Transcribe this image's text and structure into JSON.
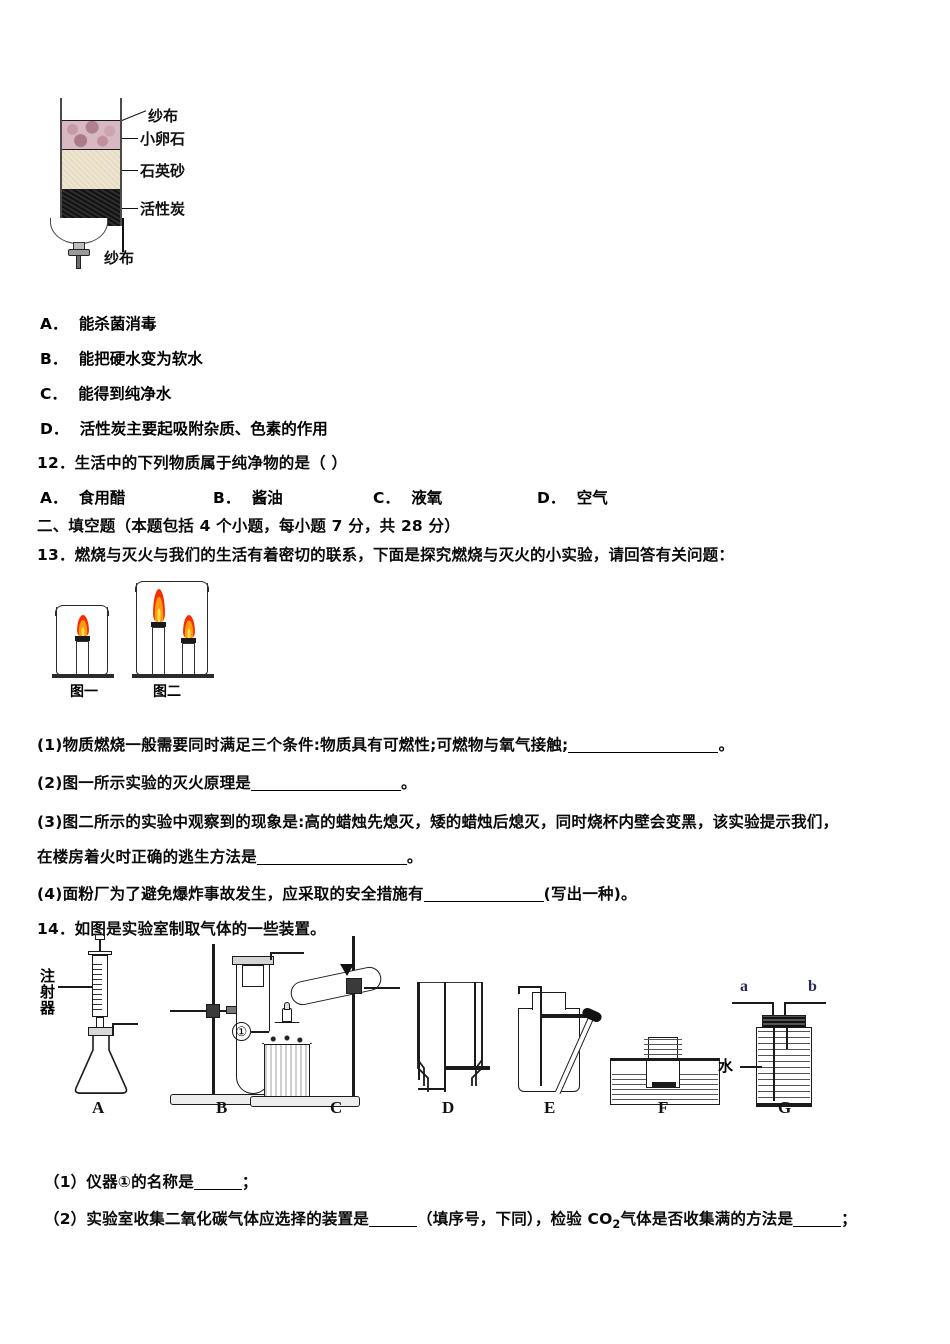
{
  "figures": {
    "purifier": {
      "name": "简易净水器",
      "labels": [
        {
          "text": "纱布"
        },
        {
          "text": "小卵石"
        },
        {
          "text": "石英砂"
        },
        {
          "text": "活性炭"
        },
        {
          "text": "纱布"
        }
      ],
      "layer_colors": {
        "pebble": "#d8b9c2",
        "quartz_sand": "#f1e8d6",
        "activated_carbon": "#1a1a1a"
      }
    },
    "candles": {
      "captions": [
        "图一",
        "图二"
      ],
      "flame_colors": {
        "core": "#ffe14d",
        "mid": "#ff9b10",
        "outer": "#f42e05"
      }
    },
    "apparatus": {
      "labels": [
        "A",
        "B",
        "C",
        "D",
        "E",
        "F",
        "G"
      ],
      "side_label": "注射器",
      "circle_marker": "①",
      "g_labels": {
        "left": "a",
        "right": "b",
        "water": "水"
      }
    }
  },
  "question11_options": [
    {
      "tag": "A．",
      "text": "能杀菌消毒"
    },
    {
      "tag": "B．",
      "text": "能把硬水变为软水"
    },
    {
      "tag": "C．",
      "text": "能得到纯净水"
    },
    {
      "tag": "D．",
      "text": "活性炭主要起吸附杂质、色素的作用"
    }
  ],
  "question12": {
    "stem": "12．生活中的下列物质属于纯净物的是（        ）",
    "options": [
      {
        "tag": "A．",
        "text": "食用醋"
      },
      {
        "tag": "B．",
        "text": "酱油"
      },
      {
        "tag": "C．",
        "text": "液氧"
      },
      {
        "tag": "D．",
        "text": "空气"
      }
    ]
  },
  "section_two": {
    "heading": "二、填空题（本题包括 4 个小题，每小题 7 分，共 28 分）"
  },
  "question13": {
    "stem": "13．燃烧与灭火与我们的生活有着密切的联系，下面是探究燃烧与灭火的小实验，请回答有关问题：",
    "parts": [
      {
        "label": "(1)",
        "before": "物质燃烧一般需要同时满足三个条件:物质具有可燃性;可燃物与氧气接触;",
        "after": "。"
      },
      {
        "label": "(2)",
        "before": "图一所示实验的灭火原理是",
        "after": "。"
      },
      {
        "label": "(3)",
        "before": "图二所示的实验中观察到的现象是:高的蜡烛先熄灭，矮的蜡烛后熄灭，同时烧杯内壁会变黑，该实验提示我们，",
        "line2_before": "在楼房着火时正确的逃生方法是",
        "after": "。"
      },
      {
        "label": "(4)",
        "before": "面粉厂为了避免爆炸事故发生，应采取的安全措施有",
        "after": "(写出一种)。"
      }
    ]
  },
  "question14": {
    "stem": "14．如图是实验室制取气体的一些装置。",
    "parts": [
      {
        "label": "（1）",
        "before": "仪器①的名称是",
        "after": "；"
      },
      {
        "label": "（2）",
        "before": "实验室收集二氧化碳气体应选择的装置是",
        "mid": "（填序号，下同），检验 CO",
        "sub": "2",
        "mid2": "气体是否收集满的方法是",
        "after": "；"
      }
    ]
  }
}
